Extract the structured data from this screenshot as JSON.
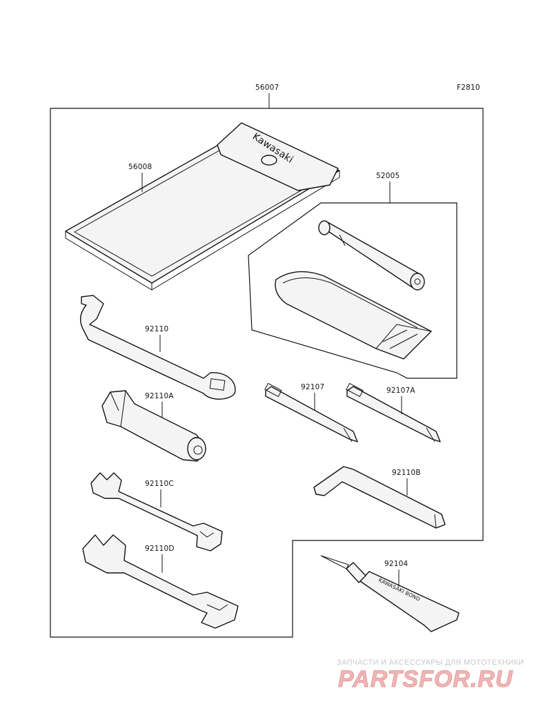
{
  "diagram_code": "F2810",
  "parts": {
    "tool_kit": "56007",
    "tool_bag": "56008",
    "bag_brand": "Kawasaki",
    "tube_kit": "52005",
    "spanner_hook": "92110",
    "plug_wrench": "92110A",
    "wrench_small": "92110C",
    "wrench_large": "92110D",
    "screwdriver_a": "92107",
    "screwdriver_b": "92107A",
    "hex_key": "92110B",
    "bond_tube": "92104",
    "bond_tube_text": "KAWASAKI BOND"
  },
  "watermark": {
    "tagline": "ЗАПЧАСТИ И АКСЕССУАРЫ ДЛЯ МОТОТЕХНИКИ",
    "logo_text": "PARTSFOR.RU"
  },
  "colors": {
    "line": "#111111",
    "watermark_red": "#e08e8e",
    "watermark_grey": "#c8c8c8"
  }
}
